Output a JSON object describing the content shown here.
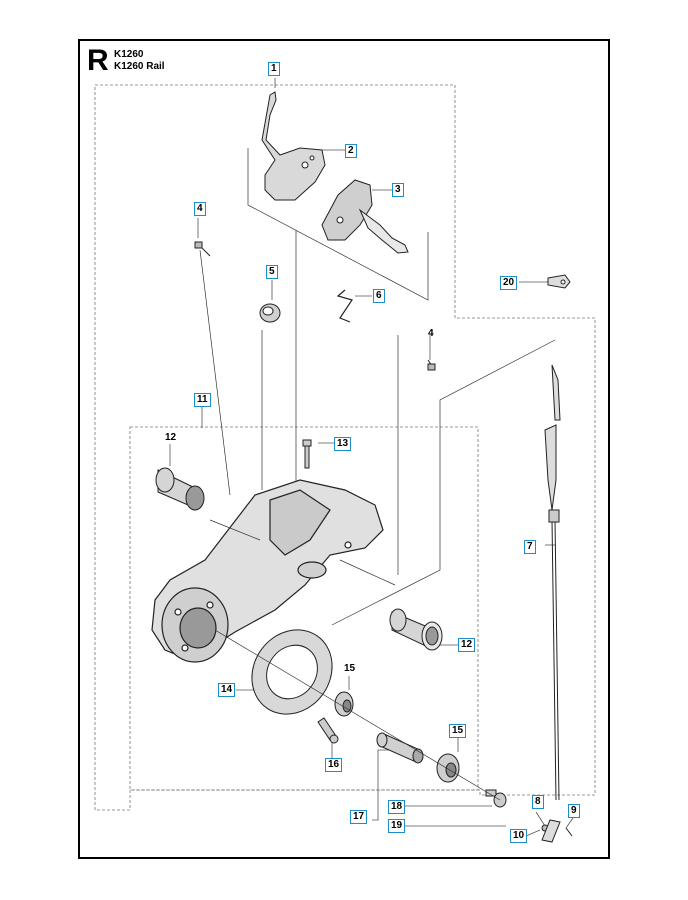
{
  "header": {
    "section_letter": "R",
    "model_line_1": "K1260",
    "model_line_2": "K1260 Rail"
  },
  "callouts": [
    {
      "id": "1",
      "text": "1",
      "boxed": true
    },
    {
      "id": "2",
      "text": "2",
      "boxed": true
    },
    {
      "id": "3",
      "text": "3",
      "boxed": true
    },
    {
      "id": "4a",
      "text": "4",
      "boxed": true
    },
    {
      "id": "4b",
      "text": "4",
      "boxed": false
    },
    {
      "id": "5",
      "text": "5",
      "boxed": true
    },
    {
      "id": "6",
      "text": "6",
      "boxed": true
    },
    {
      "id": "7",
      "text": "7",
      "boxed": true
    },
    {
      "id": "8",
      "text": "8",
      "boxed": true
    },
    {
      "id": "9",
      "text": "9",
      "boxed": true
    },
    {
      "id": "10",
      "text": "10",
      "boxed": true
    },
    {
      "id": "11",
      "text": "11",
      "boxed": true
    },
    {
      "id": "12a",
      "text": "12",
      "boxed": false
    },
    {
      "id": "12b",
      "text": "12",
      "boxed": true
    },
    {
      "id": "13",
      "text": "13",
      "boxed": true
    },
    {
      "id": "14",
      "text": "14",
      "boxed": true
    },
    {
      "id": "15a",
      "text": "15",
      "boxed": false
    },
    {
      "id": "15b",
      "text": "15",
      "boxed": true
    },
    {
      "id": "16",
      "text": "16",
      "boxed": true
    },
    {
      "id": "17",
      "text": "17",
      "boxed": true
    },
    {
      "id": "18",
      "text": "18",
      "boxed": true
    },
    {
      "id": "19",
      "text": "19",
      "boxed": true
    },
    {
      "id": "20",
      "text": "20",
      "boxed": true
    }
  ],
  "colors": {
    "frame": "#000000",
    "callout_border": "#1a8fc9",
    "leader": "#555555",
    "part_fill": "#d9d9d9",
    "part_stroke": "#222222"
  }
}
